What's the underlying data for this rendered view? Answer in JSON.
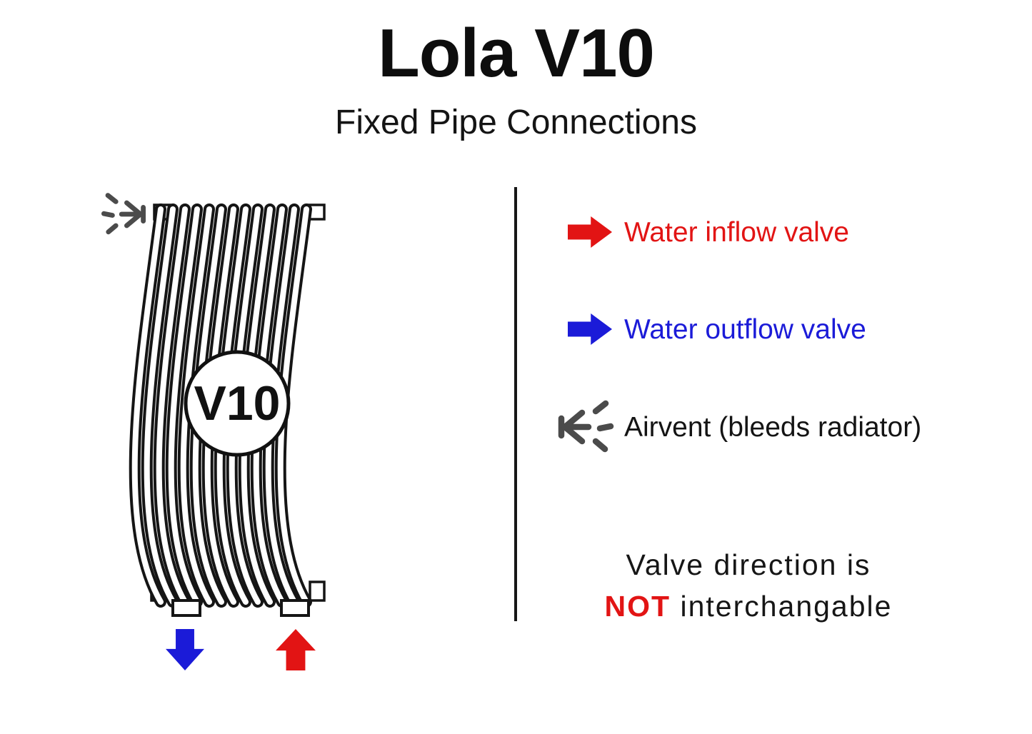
{
  "header": {
    "title": "Lola V10",
    "subtitle": "Fixed Pipe Connections"
  },
  "diagram": {
    "model_label": "V10",
    "airvent_icon": "airvent-spray-icon",
    "inflow_arrow_icon": "red-up-arrow-icon",
    "outflow_arrow_icon": "blue-down-arrow-icon"
  },
  "legend": {
    "items": [
      {
        "icon": "red-right-arrow-icon",
        "label": "Water inflow valve",
        "color": "#e21414"
      },
      {
        "icon": "blue-right-arrow-icon",
        "label": "Water outflow valve",
        "color": "#1b1bd8"
      },
      {
        "icon": "airvent-icon",
        "label": "Airvent (bleeds radiator)",
        "color": "#141414"
      }
    ]
  },
  "note": {
    "line1": "Valve direction is",
    "emphasis": "NOT",
    "line2": " interchangable"
  },
  "colors": {
    "red": "#e21414",
    "blue": "#1b1bd8",
    "icon_gray": "#4b4b4b",
    "line_black": "#161616"
  }
}
